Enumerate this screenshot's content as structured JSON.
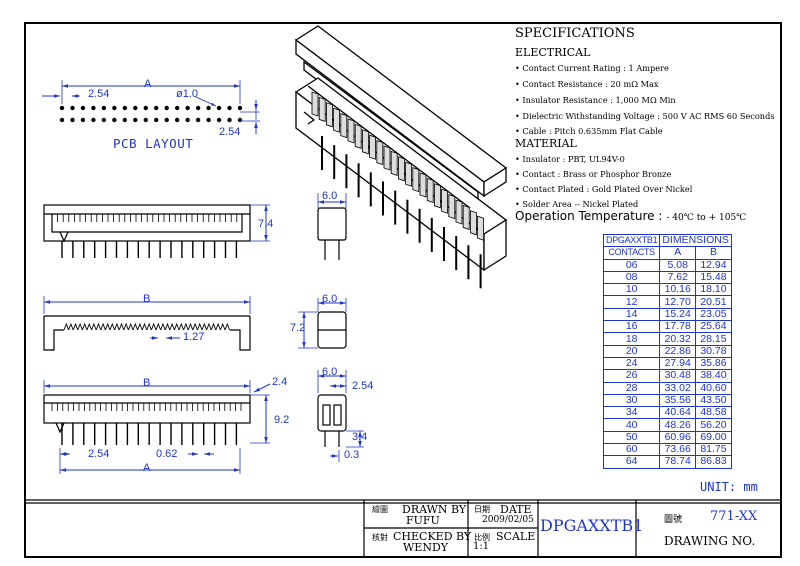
{
  "specifications": {
    "title": "SPECIFICATIONS",
    "electrical_heading": "ELECTRICAL",
    "electrical": [
      "• Contact Current Rating : 1 Ampere",
      "• Contact Resistance : 20 mΩ Max",
      "• Insulator Resistance : 1,000 MΩ Min",
      "• Dielectric Withstanding Voltage : 500 V AC RMS 60 Seconds",
      "• Cable : Pitch 0.635mm Flat Cable"
    ],
    "material_heading": "MATERIAL",
    "material": [
      "• Insulator : PBT, UL94V-0",
      "• Contact : Brass or Phosphor Bronze",
      "• Contact Plated : Gold Plated Over Nickel",
      "• Solder Area -- Nickel Plated"
    ],
    "op_temp_label": "Operation Temperature :",
    "op_temp_value": "- 40℃ to + 105℃"
  },
  "dimension_table": {
    "col_part": "DPGAXXTB1",
    "col_dimensions": "DIMENSIONS",
    "col_contacts": "CONTACTS",
    "col_a": "A",
    "col_b": "B",
    "rows": [
      [
        "06",
        "5.08",
        "12.94"
      ],
      [
        "08",
        "7.62",
        "15.48"
      ],
      [
        "10",
        "10.16",
        "18.10"
      ],
      [
        "12",
        "12.70",
        "20.51"
      ],
      [
        "14",
        "15.24",
        "23.05"
      ],
      [
        "16",
        "17.78",
        "25.64"
      ],
      [
        "18",
        "20.32",
        "28.15"
      ],
      [
        "20",
        "22.86",
        "30.78"
      ],
      [
        "24",
        "27.94",
        "35.86"
      ],
      [
        "26",
        "30.48",
        "38.40"
      ],
      [
        "28",
        "33.02",
        "40.60"
      ],
      [
        "30",
        "35.56",
        "43.50"
      ],
      [
        "34",
        "40.64",
        "48.58"
      ],
      [
        "40",
        "48.26",
        "56.20"
      ],
      [
        "50",
        "60.96",
        "69.00"
      ],
      [
        "60",
        "73.66",
        "81.75"
      ],
      [
        "64",
        "78.74",
        "86.83"
      ]
    ]
  },
  "unit": "UNIT: mm",
  "pcb_layout": {
    "label": "PCB LAYOUT",
    "dim_a": "A",
    "dim_pitch": "2.54",
    "dim_hole": "ø1.0",
    "dim_row": "2.54"
  },
  "dimensions": {
    "front_74": "7.4",
    "side_60_a": "6.0",
    "b_label": "B",
    "pitch_127": "1.27",
    "side_60_b": "6.0",
    "side_72": "7.2",
    "b_label2": "B",
    "d24": "2.4",
    "d92": "9.2",
    "side_60_c": "6.0",
    "side_254": "2.54",
    "d34": "3.4",
    "d03": "0.3",
    "bot_254": "2.54",
    "bot_062": "0.62",
    "bot_a": "A"
  },
  "title_block": {
    "drawn_cjk": "繪圖",
    "drawn_by_label": "DRAWN BY",
    "drawn_by": "FUFU",
    "checked_cjk": "核對",
    "checked_by_label": "CHECKED BY",
    "checked_by": "WENDY",
    "date_cjk": "日期",
    "date_label": "DATE",
    "date": "2009/02/05",
    "scale_cjk": "比例",
    "scale_label": "SCALE",
    "scale": "1:1",
    "part_no": "DPGAXXTB1",
    "drawing_no_cjk": "圖號",
    "drawing_no": "771-XX",
    "drawing_no_label": "DRAWING NO."
  }
}
